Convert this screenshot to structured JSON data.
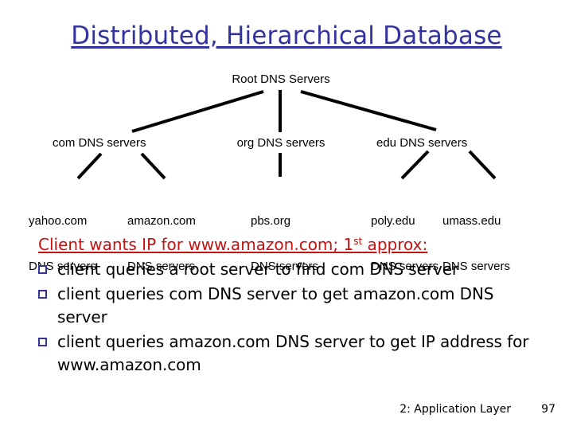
{
  "slide": {
    "title": "Distributed, Hierarchical Database",
    "title_color": "#3333a0",
    "background": "#ffffff"
  },
  "tree": {
    "root": "Root DNS Servers",
    "level2": [
      {
        "id": "com",
        "label": "com DNS servers"
      },
      {
        "id": "org",
        "label": "org DNS servers"
      },
      {
        "id": "edu",
        "label": "edu DNS servers"
      }
    ],
    "level3": [
      {
        "id": "yahoo",
        "line1": "yahoo.com",
        "line2": "DNS servers"
      },
      {
        "id": "amazon",
        "line1": "amazon.com",
        "line2": "DNS servers"
      },
      {
        "id": "pbs",
        "line1": "pbs.org",
        "line2": "DNS servers"
      },
      {
        "id": "poly",
        "line1": "poly.edu",
        "line2": "DNS servers"
      },
      {
        "id": "umass",
        "line1": "umass.edu",
        "line2": "DNS servers"
      }
    ]
  },
  "body": {
    "heading_pre": "Client wants IP for www.amazon.com; 1",
    "heading_sup": "st",
    "heading_post": " approx:",
    "heading_color": "#c41111",
    "bullet_color": "#33339a",
    "bullets": [
      "client queries a root server to find com DNS server",
      "client queries com DNS server to get amazon.com DNS server",
      "client queries amazon.com DNS server to get IP address for www.amazon.com"
    ]
  },
  "footer": {
    "label": "2: Application Layer",
    "page": "97"
  }
}
